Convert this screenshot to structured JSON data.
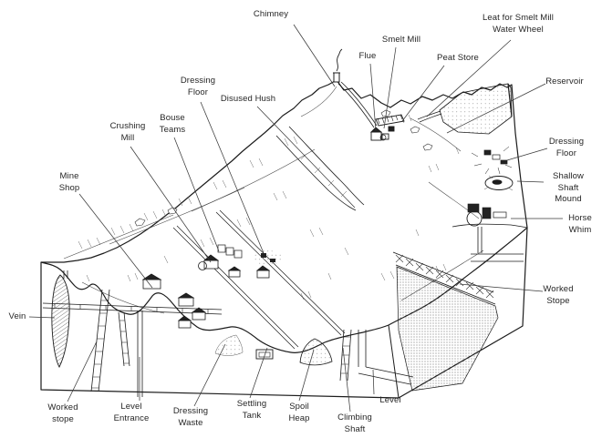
{
  "figure": {
    "title": "Lead mining landscape cutaway diagram",
    "type": "illustrated-cutaway-diagram",
    "colors": {
      "background": "#ffffff",
      "ink": "#1c1c1c",
      "leader_line": "#3a3a3a",
      "label_text": "#262626",
      "stipple": "#8a8a8a"
    }
  },
  "labels": {
    "chimney": {
      "text": "Chimney"
    },
    "flue": {
      "text": "Flue"
    },
    "smelt_mill": {
      "text": "Smelt Mill"
    },
    "peat_store": {
      "text": "Peat Store"
    },
    "leat": {
      "text": "Leat for Smelt Mill\nWater Wheel"
    },
    "reservoir": {
      "text": "Reservoir"
    },
    "dressing_floor_right": {
      "text": "Dressing\nFloor"
    },
    "shallow_shaft_mound": {
      "text": "Shallow Shaft\nMound"
    },
    "horse_whim": {
      "text": "Horse Whim"
    },
    "worked_stope_right": {
      "text": "Worked\nStope"
    },
    "level_right": {
      "text": "Level"
    },
    "climbing_shaft": {
      "text": "Climbing\nShaft"
    },
    "spoil_heap": {
      "text": "Spoil\nHeap"
    },
    "settling_tank": {
      "text": "Settling\nTank"
    },
    "dressing_waste": {
      "text": "Dressing\nWaste"
    },
    "level_entrance": {
      "text": "Level\nEntrance"
    },
    "worked_stope_left": {
      "text": "Worked\nstope"
    },
    "vein": {
      "text": "Vein"
    },
    "mine_shop": {
      "text": "Mine\nShop"
    },
    "crushing_mill": {
      "text": "Crushing\nMill"
    },
    "bouse_teams": {
      "text": "Bouse\nTeams"
    },
    "dressing_floor_left": {
      "text": "Dressing\nFloor"
    },
    "disused_hush": {
      "text": "Disused Hush"
    }
  }
}
